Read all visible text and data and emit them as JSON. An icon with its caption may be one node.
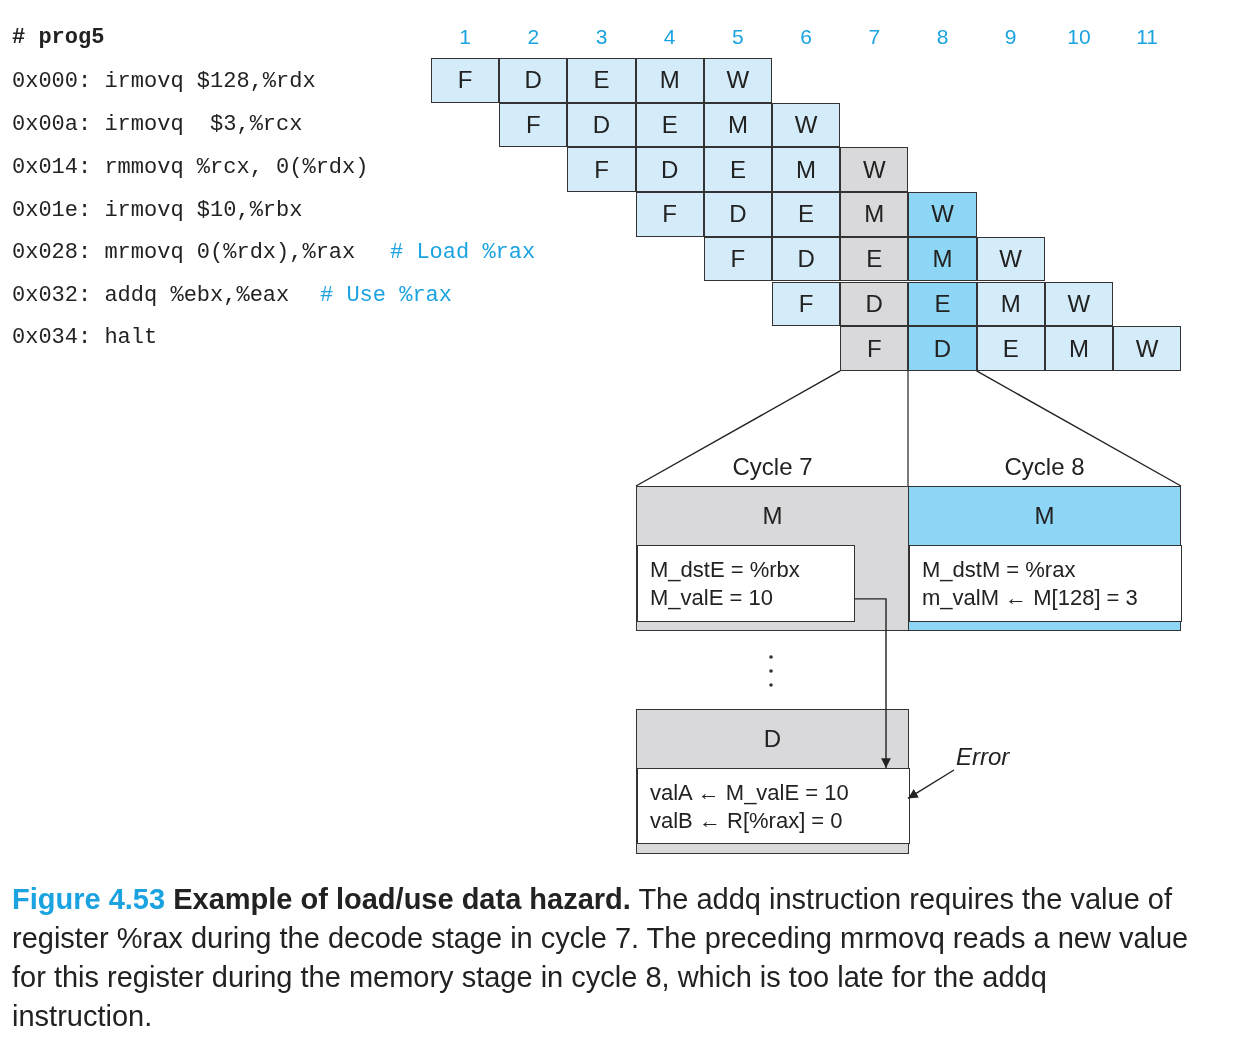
{
  "diagram": {
    "caption": "**Figure 4.53** **Example of load/use data hazard.** The addq instruction requires the value of register %rax during the decode stage in cycle 7. The preceding mrmovq reads a new value for this register during the memory stage in cycle 8, which is too late for the addq instruction.",
    "nodes": [
      {
        "text": [
          "F"
        ]
      },
      {
        "text": [
          "D"
        ]
      },
      {
        "text": [
          "E"
        ]
      },
      {
        "text": [
          "M"
        ]
      },
      {
        "text": [
          "W"
        ]
      },
      {
        "text": [
          "F"
        ]
      },
      {
        "text": [
          "D"
        ]
      },
      {
        "text": [
          "E"
        ]
      },
      {
        "text": [
          "M"
        ]
      },
      {
        "text": [
          "W"
        ]
      },
      {
        "text": [
          "F"
        ]
      },
      {
        "text": [
          "D"
        ]
      },
      {
        "text": [
          "E"
        ]
      },
      {
        "text": [
          "M"
        ]
      },
      {
        "text": [
          "W"
        ]
      },
      {
        "text": [
          "F"
        ]
      },
      {
        "text": [
          "D"
        ]
      },
      {
        "text": [
          "E"
        ]
      },
      {
        "text": [
          "M"
        ]
      },
      {
        "text": [
          "W"
        ]
      },
      {
        "text": [
          "F"
        ]
      },
      {
        "text": [
          "D"
        ]
      },
      {
        "text": [
          "E"
        ]
      },
      {
        "text": [
          "M"
        ]
      },
      {
        "text": [
          "W"
        ]
      },
      {
        "text": [
          "F"
        ]
      },
      {
        "text": [
          "D"
        ]
      },
      {
        "text": [
          "E"
        ]
      },
      {
        "text": [
          "M"
        ]
      },
      {
        "text": [
          "W"
        ]
      },
      {
        "text": [
          "F"
        ]
      },
      {
        "text": [
          "D"
        ]
      },
      {
        "text": [
          "E"
        ]
      },
      {
        "text": [
          "M"
        ]
      },
      {
        "text": [
          "W"
        ]
      },
      {
        "text": [
          "Cycle 7",
          "M"
        ]
      },
      {
        "text": [
          "M_dstE = %rbx",
          "M_valE = 10"
        ],
        "in": 35
      },
      {
        "text": [
          "Cycle 8",
          "M"
        ]
      },
      {
        "text": [
          "M_dstM = %rax",
          "m_valM ← M[128] = 3"
        ],
        "in": 37
      },
      {
        "text": [
          "D"
        ]
      },
      {
        "text": [
          "valA ← M_valE = 10",
          "valB ← R[%rax] = 0"
        ],
        "in": 39
      },
      {
        "text": [
          "Error"
        ]
      }
    ],
    "edges": [
      {
        "from": 36,
        "to": 40,
        "arrow": "to"
      },
      {
        "from": 41,
        "to": 40,
        "arrow": "to"
      },
      {
        "from": 30,
        "to": 35,
        "arrow": "none"
      },
      {
        "from": 31,
        "to": 37,
        "arrow": "none"
      }
    ],
    "labels": [
      "# prog5",
      "1",
      "2",
      "3",
      "4",
      "5",
      "6",
      "7",
      "8",
      "9",
      "10",
      "11",
      "0x000: irmovq $128,%rdx",
      "0x00a: irmovq  $3,%rcx",
      "0x014: rmmovq %rcx, 0(%rdx)",
      "0x01e: irmovq $10,%rbx",
      "0x028: mrmovq 0(%rdx),%rax",
      "# Load %rax",
      "0x032: addq %ebx,%eax",
      "# Use %rax",
      "0x034: halt"
    ]
  }
}
